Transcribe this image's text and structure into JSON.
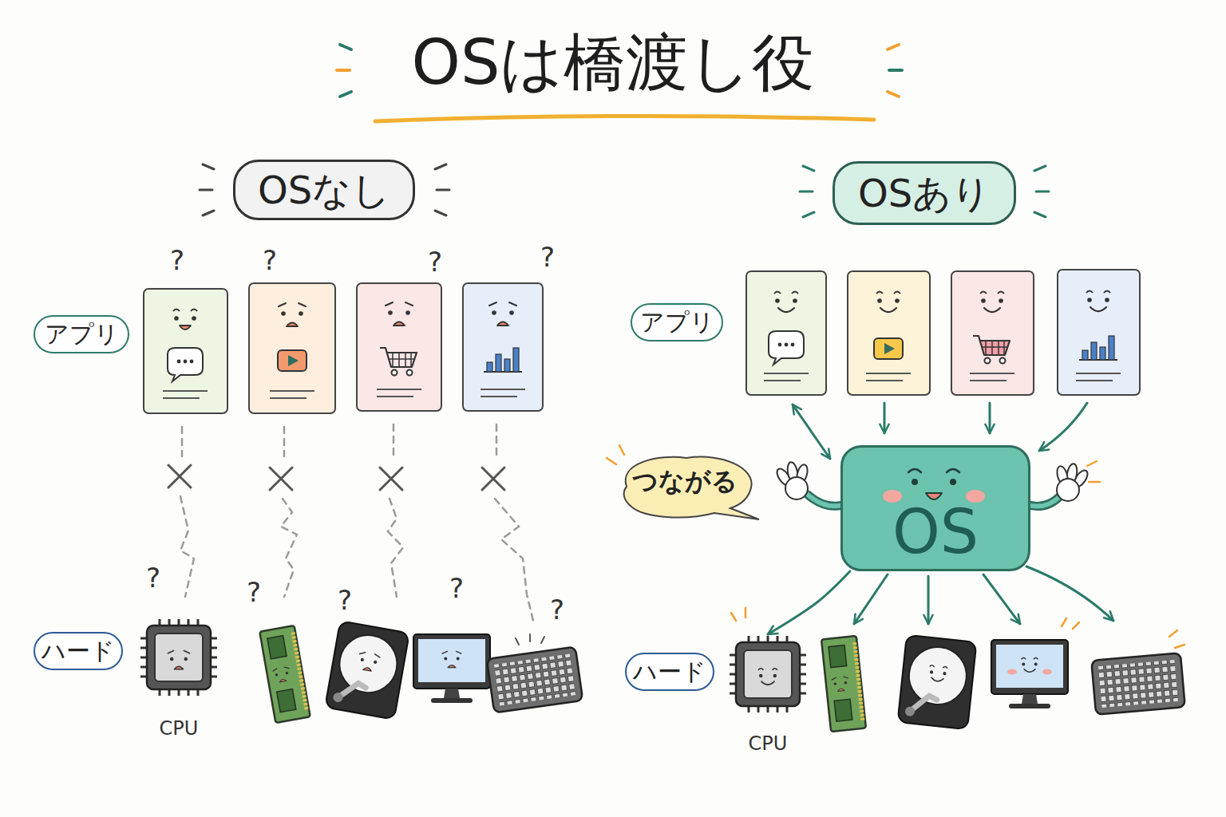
{
  "diagram": {
    "title": "OSは橋渡し役",
    "nodes": [
      {
        "text": [
          "OSなし"
        ]
      },
      {
        "text": [
          "OSあり"
        ]
      },
      {
        "text": [
          "アプリ"
        ]
      },
      {
        "text": [
          "アプリ"
        ]
      },
      {
        "text": [
          "つながる"
        ]
      },
      {
        "text": [
          "OS"
        ]
      },
      {
        "text": [
          "ハード"
        ]
      },
      {
        "text": [
          "CPU"
        ]
      },
      {
        "text": [
          "ハード"
        ]
      },
      {
        "text": [
          "CPU"
        ]
      }
    ],
    "edges": [
      {
        "from": 5,
        "to": 9,
        "arrow": "to"
      }
    ],
    "labels": [
      "?",
      "?",
      "?",
      "?",
      "?",
      "?",
      "?",
      "?",
      "?"
    ]
  }
}
